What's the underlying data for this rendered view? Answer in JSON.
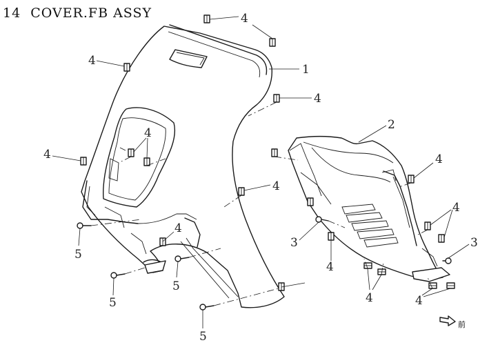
{
  "header": {
    "number": "14",
    "title": "COVER.FB ASSY"
  },
  "callouts": {
    "part_1": "1",
    "part_2": "2",
    "part_3": "3",
    "part_4": "4",
    "part_5": "5"
  },
  "direction_arrow_label": "前"
}
